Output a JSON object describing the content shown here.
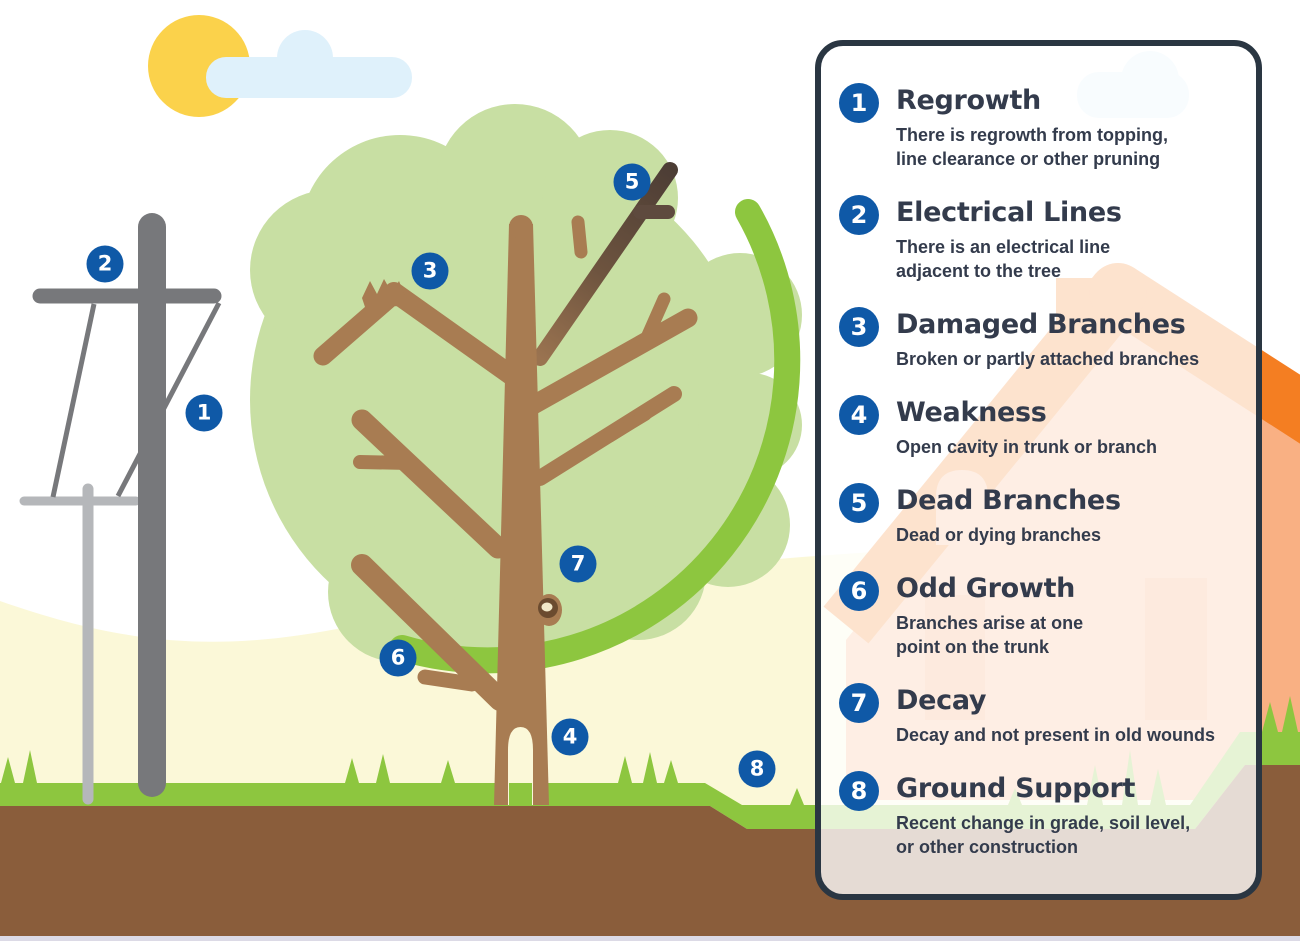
{
  "legend": {
    "items": [
      {
        "num": "1",
        "title": "Regrowth",
        "desc": "There is regrowth from topping,\nline clearance or other pruning"
      },
      {
        "num": "2",
        "title": "Electrical Lines",
        "desc": "There is an electrical line\nadjacent to the tree"
      },
      {
        "num": "3",
        "title": "Damaged Branches",
        "desc": "Broken or partly attached branches"
      },
      {
        "num": "4",
        "title": "Weakness",
        "desc": "Open cavity in trunk or branch"
      },
      {
        "num": "5",
        "title": "Dead Branches",
        "desc": "Dead or dying branches"
      },
      {
        "num": "6",
        "title": "Odd Growth",
        "desc": "Branches arise at one\npoint on the trunk"
      },
      {
        "num": "7",
        "title": "Decay",
        "desc": "Decay and not present in old wounds"
      },
      {
        "num": "8",
        "title": "Ground Support",
        "desc": "Recent change in grade, soil level,\nor other construction"
      }
    ]
  },
  "scene_markers": [
    {
      "num": "1"
    },
    {
      "num": "2"
    },
    {
      "num": "3"
    },
    {
      "num": "4"
    },
    {
      "num": "5"
    },
    {
      "num": "6"
    },
    {
      "num": "7"
    },
    {
      "num": "8"
    }
  ],
  "colors": {
    "marker_blue": "#0F59A7",
    "panel_border": "#2A3642",
    "text_navy": "#333B4C",
    "canopy_green": "#C8DFA3",
    "rim_grass_green": "#8DC63F",
    "field_yellow": "#FBF8D8",
    "soil_brown": "#8A5D3B",
    "trunk_brown": "#A87C52",
    "dead_branch_dark": "#4C3D35",
    "pole_dark_gray": "#77787B",
    "pole_light_gray": "#B5B7BA",
    "sun_yellow": "#FBD24B",
    "cloud_blue": "#DFF1FB",
    "roof_orange": "#F47E22",
    "wall_salmon": "#F9B083"
  }
}
